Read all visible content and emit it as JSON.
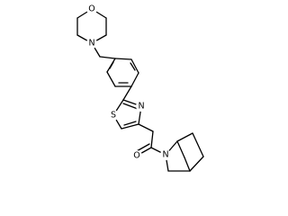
{
  "molecule": {
    "atoms": [
      {
        "id": "o_morph",
        "symbol": "O",
        "color": "#000000"
      },
      {
        "id": "n_morph",
        "symbol": "N",
        "color": "#000000"
      },
      {
        "id": "n_thiazole",
        "symbol": "N",
        "color": "#000000"
      },
      {
        "id": "s_thiazole",
        "symbol": "S",
        "color": "#000000"
      },
      {
        "id": "o_carbonyl",
        "symbol": "O",
        "color": "#000000"
      },
      {
        "id": "n_bicyclic",
        "symbol": "N",
        "color": "#000000"
      }
    ],
    "bond_color": "#000000",
    "background": "#ffffff"
  }
}
